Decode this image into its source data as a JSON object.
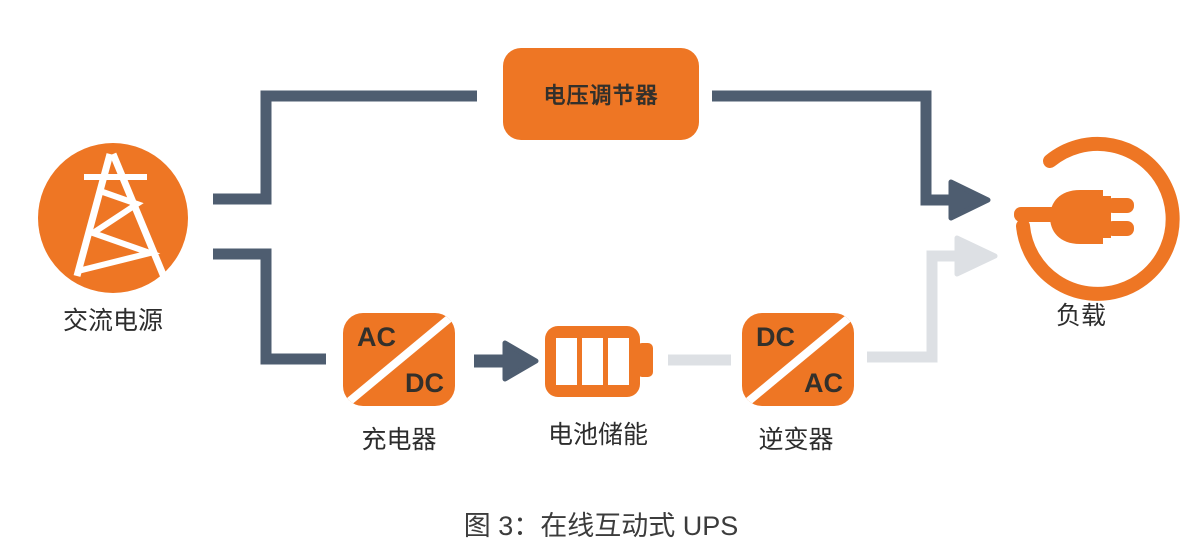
{
  "caption": "图 3：在线互动式 UPS",
  "colors": {
    "orange": "#EE7624",
    "dark_connector": "#4E5D70",
    "light_connector": "#DDE0E4",
    "label_text": "#2D2D2D",
    "box_text": "#33302B"
  },
  "nodes": {
    "ac_source": {
      "label": "交流电源",
      "icon": "transmission-tower-icon"
    },
    "voltage_regulator": {
      "label": "电压调节器"
    },
    "charger": {
      "label": "充电器",
      "corner_top": "AC",
      "corner_bottom": "DC"
    },
    "battery": {
      "label": "电池储能",
      "icon": "battery-icon"
    },
    "inverter": {
      "label": "逆变器",
      "corner_top": "DC",
      "corner_bottom": "AC"
    },
    "load": {
      "label": "负载",
      "icon": "power-plug-icon"
    }
  }
}
